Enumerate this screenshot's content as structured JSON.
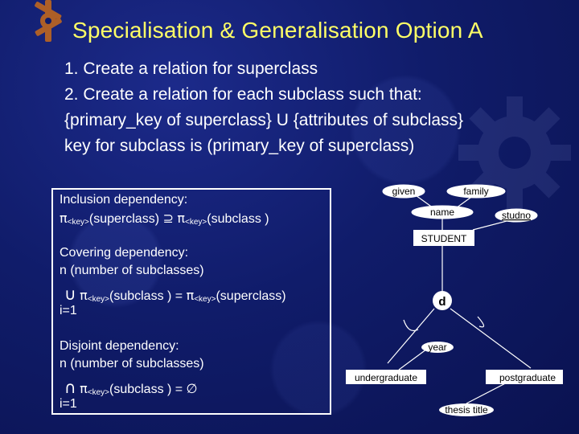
{
  "title": "Specialisation & Generalisation Option A",
  "steps": [
    "1. Create a relation for superclass",
    "2. Create a relation for each subclass such that:",
    "{primary_key of superclass} U {attributes of subclass}",
    "key for subclass is (primary_key of superclass)"
  ],
  "panel": {
    "inclusion_title": "Inclusion dependency:",
    "pi": "π",
    "key_sub": "<key>",
    "superclass_text": "(superclass)",
    "superset_symbol": "⊇",
    "subclass_text": "(subclass )",
    "covering_title": "Covering dependency:",
    "covering_n": "n (number of subclasses)",
    "union_symbol": "∪",
    "covering_subclass": "(subclass ) =",
    "covering_superclass": "(superclass)",
    "i_eq_1": "i=1",
    "disjoint_title": "Disjoint dependency:",
    "disjoint_n": "n (number of subclasses)",
    "intersect_symbol": "∩",
    "disjoint_subclass": "(subclass ) =",
    "empty_symbol": "∅"
  },
  "diagram": {
    "given": "given",
    "family": "family",
    "name": "name",
    "studno": "studno",
    "student": "STUDENT",
    "d": "d",
    "year": "year",
    "undergraduate": "undergraduate",
    "postgraduate": "postgraduate",
    "thesis_title": "thesis title"
  },
  "colors": {
    "title": "#ffff66",
    "text": "#ffffff",
    "background": "#101c6a",
    "diagram_fill": "#ffffff"
  }
}
